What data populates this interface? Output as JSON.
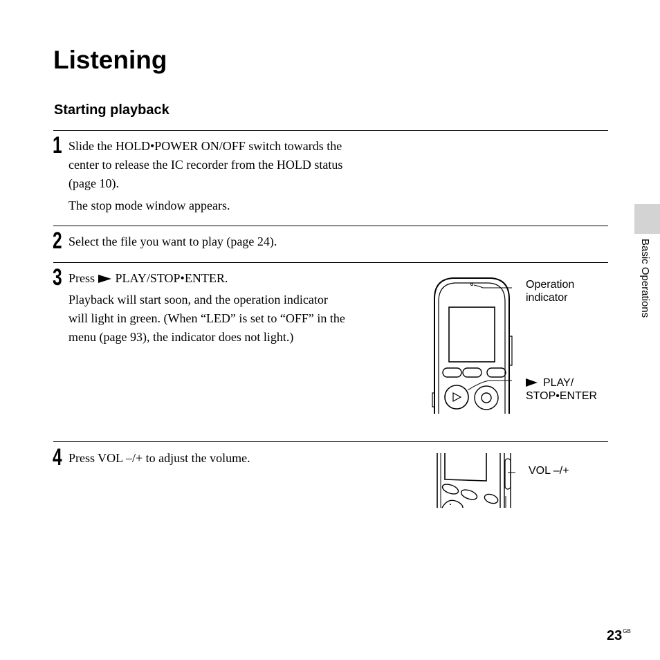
{
  "page": {
    "title": "Listening",
    "section_title": "Starting playback",
    "side_tab_label": "Basic Operations",
    "page_number": "23",
    "page_suffix": "GB"
  },
  "steps": [
    {
      "number": "1",
      "lines": "Slide the HOLD•POWER ON/OFF switch towards the\ncenter to release the IC recorder from the HOLD status\n(page 10).",
      "note": "The stop mode window appears."
    },
    {
      "number": "2",
      "lines": "Select the file you want to play (page 24)."
    },
    {
      "number": "3",
      "press_word": "Press",
      "press_target": "PLAY/STOP•ENTER.",
      "note": "Playback will start soon, and the operation indicator\nwill light in green. (When “LED” is set to “OFF” in the\nmenu (page 93), the indicator does not light.)"
    },
    {
      "number": "4",
      "lines": "Press VOL –/+ to adjust the volume."
    }
  ],
  "figure_1": {
    "callout_indicator": "Operation\nindicator",
    "callout_play_1": "PLAY/",
    "callout_play_2": "STOP•ENTER",
    "icons": [
      "play-triangle-icon",
      "record-circle-icon"
    ]
  },
  "figure_2": {
    "callout_vol": "VOL –/+"
  }
}
